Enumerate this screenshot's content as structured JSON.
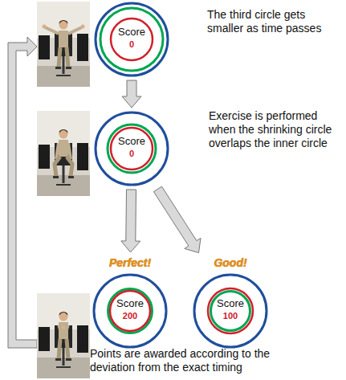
{
  "diagram": {
    "nodes": [
      {
        "text": [
          "Score",
          "0"
        ]
      },
      {
        "text": [
          "Score",
          "0"
        ]
      },
      {
        "text": [
          "Perfect!",
          "Score",
          "200"
        ]
      },
      {
        "text": [
          "Good!",
          "Score",
          "100"
        ]
      }
    ],
    "edges": [
      {
        "from": 0,
        "to": 1,
        "arrow": "to"
      },
      {
        "from": 1,
        "to": 2,
        "arrow": "to"
      },
      {
        "from": 1,
        "to": 3,
        "arrow": "to"
      }
    ],
    "labels": [
      "The third circle gets smaller as time passes",
      "Exercise is performed when the shrinking circle overlaps the inner circle",
      "Points are awarded according to the deviation from the exact timing"
    ]
  }
}
